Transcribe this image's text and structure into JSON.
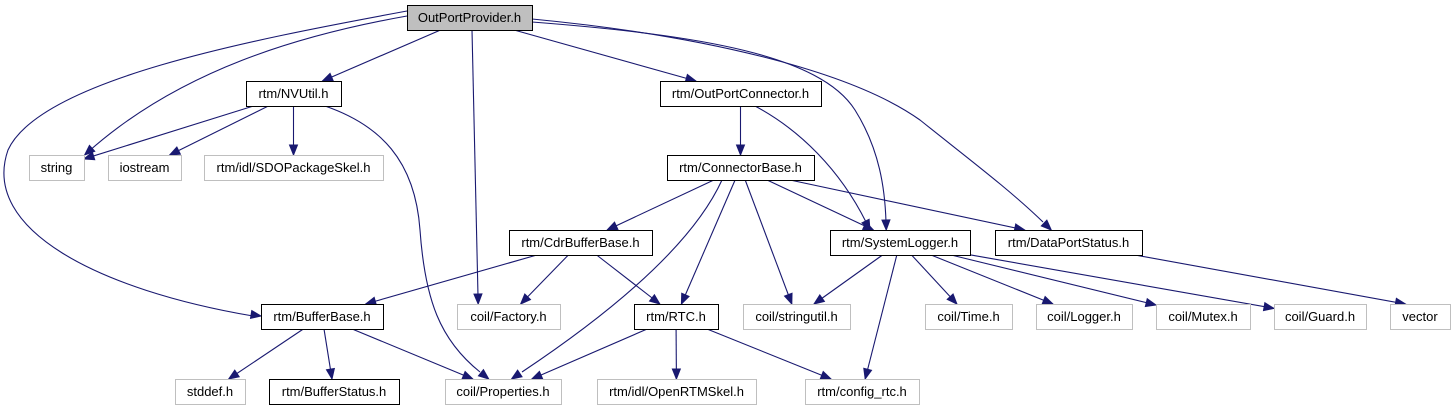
{
  "title": "OutPortProvider.h include dependency graph",
  "colors": {
    "edge": "#191970",
    "main_fill": "#bfbfbf",
    "doc_border": "#000000",
    "ext_border": "#bfbfbf"
  },
  "nodes": [
    {
      "id": "main",
      "label": "OutPortProvider.h",
      "kind": "main"
    },
    {
      "id": "nvutil",
      "label": "rtm/NVUtil.h",
      "kind": "doc"
    },
    {
      "id": "opc",
      "label": "rtm/OutPortConnector.h",
      "kind": "doc"
    },
    {
      "id": "string",
      "label": "string",
      "kind": "ext"
    },
    {
      "id": "iostream",
      "label": "iostream",
      "kind": "ext"
    },
    {
      "id": "sdo",
      "label": "rtm/idl/SDOPackageSkel.h",
      "kind": "ext"
    },
    {
      "id": "cb",
      "label": "rtm/ConnectorBase.h",
      "kind": "doc"
    },
    {
      "id": "cdr",
      "label": "rtm/CdrBufferBase.h",
      "kind": "doc"
    },
    {
      "id": "syslog",
      "label": "rtm/SystemLogger.h",
      "kind": "doc"
    },
    {
      "id": "dps",
      "label": "rtm/DataPortStatus.h",
      "kind": "doc"
    },
    {
      "id": "bb",
      "label": "rtm/BufferBase.h",
      "kind": "doc"
    },
    {
      "id": "factory",
      "label": "coil/Factory.h",
      "kind": "ext"
    },
    {
      "id": "rtc",
      "label": "rtm/RTC.h",
      "kind": "doc"
    },
    {
      "id": "strutil",
      "label": "coil/stringutil.h",
      "kind": "ext"
    },
    {
      "id": "time",
      "label": "coil/Time.h",
      "kind": "ext"
    },
    {
      "id": "logger",
      "label": "coil/Logger.h",
      "kind": "ext"
    },
    {
      "id": "mutex",
      "label": "coil/Mutex.h",
      "kind": "ext"
    },
    {
      "id": "guard",
      "label": "coil/Guard.h",
      "kind": "ext"
    },
    {
      "id": "vector",
      "label": "vector",
      "kind": "ext"
    },
    {
      "id": "stddef",
      "label": "stddef.h",
      "kind": "ext"
    },
    {
      "id": "bs",
      "label": "rtm/BufferStatus.h",
      "kind": "doc"
    },
    {
      "id": "props",
      "label": "coil/Properties.h",
      "kind": "ext"
    },
    {
      "id": "ortm",
      "label": "rtm/idl/OpenRTMSkel.h",
      "kind": "ext"
    },
    {
      "id": "cfg",
      "label": "rtm/config_rtc.h",
      "kind": "ext"
    }
  ],
  "edges": [
    {
      "from": "main",
      "to": "nvutil"
    },
    {
      "from": "main",
      "to": "string"
    },
    {
      "from": "main",
      "to": "bb"
    },
    {
      "from": "main",
      "to": "factory"
    },
    {
      "from": "main",
      "to": "opc"
    },
    {
      "from": "main",
      "to": "syslog"
    },
    {
      "from": "main",
      "to": "dps"
    },
    {
      "from": "nvutil",
      "to": "string"
    },
    {
      "from": "nvutil",
      "to": "iostream"
    },
    {
      "from": "nvutil",
      "to": "sdo"
    },
    {
      "from": "nvutil",
      "to": "props"
    },
    {
      "from": "opc",
      "to": "cb"
    },
    {
      "from": "opc",
      "to": "syslog"
    },
    {
      "from": "cb",
      "to": "cdr"
    },
    {
      "from": "cb",
      "to": "props"
    },
    {
      "from": "cb",
      "to": "rtc"
    },
    {
      "from": "cb",
      "to": "strutil"
    },
    {
      "from": "cb",
      "to": "syslog"
    },
    {
      "from": "cb",
      "to": "dps"
    },
    {
      "from": "cdr",
      "to": "bb"
    },
    {
      "from": "cdr",
      "to": "factory"
    },
    {
      "from": "cdr",
      "to": "rtc"
    },
    {
      "from": "syslog",
      "to": "strutil"
    },
    {
      "from": "syslog",
      "to": "cfg"
    },
    {
      "from": "syslog",
      "to": "time"
    },
    {
      "from": "syslog",
      "to": "logger"
    },
    {
      "from": "syslog",
      "to": "mutex"
    },
    {
      "from": "syslog",
      "to": "guard"
    },
    {
      "from": "dps",
      "to": "vector"
    },
    {
      "from": "bb",
      "to": "stddef"
    },
    {
      "from": "bb",
      "to": "bs"
    },
    {
      "from": "bb",
      "to": "props"
    },
    {
      "from": "rtc",
      "to": "props"
    },
    {
      "from": "rtc",
      "to": "ortm"
    },
    {
      "from": "rtc",
      "to": "cfg"
    }
  ]
}
